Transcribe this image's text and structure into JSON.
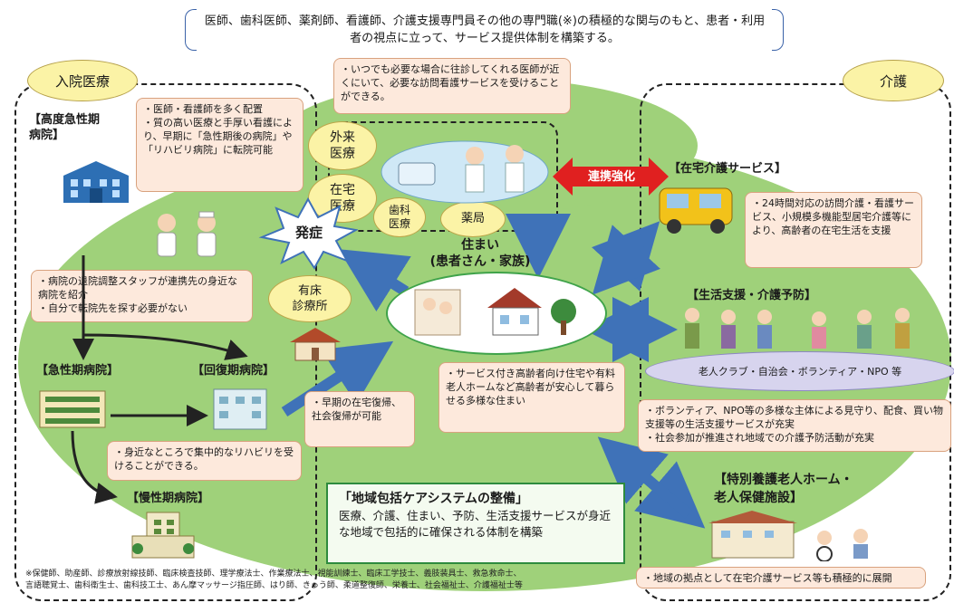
{
  "header": {
    "text": "医師、歯科医師、薬剤師、看護師、介護支援専門員その他の専門職(※)の積極的な関与のもと、患者・利用者の視点に立って、サービス提供体制を構築する。"
  },
  "labels": {
    "inpatient": "入院医療",
    "care": "介護"
  },
  "left": {
    "acute_high": "【高度急性期\n病院】",
    "acute": "【急性期病院】",
    "rehab": "【回復期病院】",
    "chronic": "【慢性期病院】",
    "note_staff": "・医師・看護師を多く配置\n・質の高い医療と手厚い看護により、早期に「急性期後の病院」や「リハビリ病院」に転院可能",
    "note_discharge": "・病院の退院調整スタッフが連携先の身近な病院を紹介\n・自分で転院先を探す必要がない",
    "note_rehab": "・身近なところで集中的なリハビリを受けることができる。"
  },
  "center": {
    "top_note": "・いつでも必要な場合に往診してくれる医師が近くにいて、必要な訪問看護サービスを受けることができる。",
    "outpatient": "外来\n医療",
    "home_medical": "在宅\n医療",
    "dental": "歯科\n医療",
    "pharmacy": "薬局",
    "onset": "発症",
    "clinic": "有床\n診療所",
    "home_title": "住まい\n(患者さん・家族)",
    "return_note": "・早期の在宅復帰、社会復帰が可能",
    "housing_note": "・サービス付き高齢者向け住宅や有料老人ホームなど高齢者が安心して暮らせる多様な住まい",
    "cooperation": "連携強化"
  },
  "right": {
    "home_care_title": "【在宅介護サービス】",
    "home_care_note": "・24時間対応の訪問介護・看護サービス、小規模多機能型居宅介護等により、高齢者の在宅生活を支援",
    "support_title": "【生活支援・介護予防】",
    "npo": "老人クラブ・自治会・ボランティア・NPO 等",
    "support_note": "・ボランティア、NPO等の多様な主体による見守り、配食、買い物支援等の生活支援サービスが充実\n・社会参加が推進され地域での介護予防活動が充実",
    "facility_title": "【特別養護老人ホーム・\n老人保健施設】",
    "facility_note": "・地域の拠点として在宅介護サービス等も積極的に展開"
  },
  "summary": {
    "title": "「地域包括ケアシステムの整備」",
    "body": "医療、介護、住まい、予防、生活支援サービスが身近な地域で包括的に確保される体制を構築"
  },
  "footer": {
    "text": "※保健師、助産師、診療放射線技師、臨床検査技師、理学療法士、作業療法士、視能訓練士、臨床工学技士、義肢装具士、救急救命士、\n言語聴覚士、歯科衛生士、歯科技工士、あん摩マッサージ指圧師、はり師、きゅう師、柔道整復師、栄養士、社会福祉士、介護福祉士等"
  },
  "colors": {
    "green_area": "#9fd17a",
    "note_fill": "#fde9dc",
    "arrow_blue": "#3f72b8",
    "cooperation_red": "#e02020",
    "label_yellow": "#fbf3a6"
  }
}
